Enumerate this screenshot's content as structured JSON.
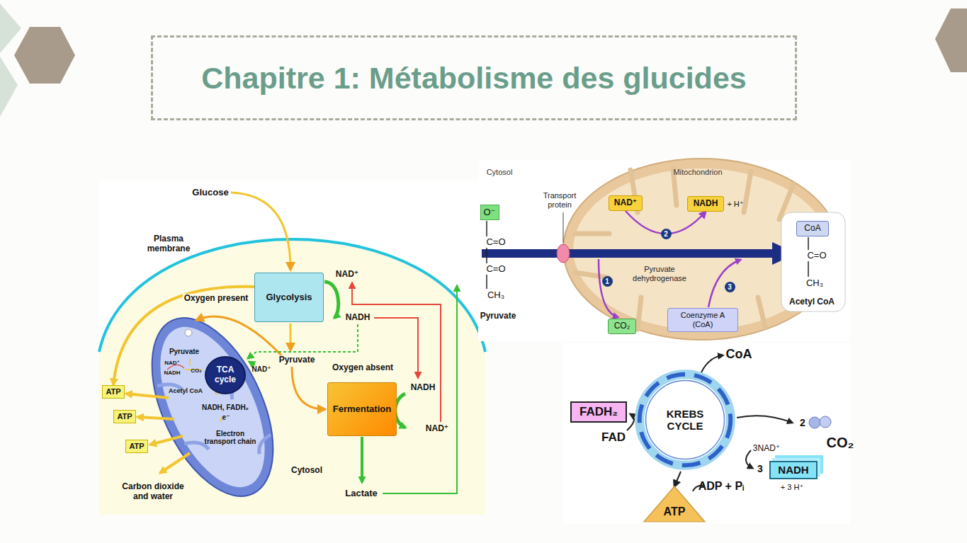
{
  "diagram": {
    "title": "Chapitre 1: Métabolisme des glucides",
    "nodes": [
      {
        "text": [
          "Glycolysis"
        ]
      },
      {
        "text": [
          "Fermentation"
        ]
      },
      {
        "text": [
          "ATP"
        ]
      },
      {
        "text": [
          "ATP"
        ]
      },
      {
        "text": [
          "ATP"
        ]
      },
      {
        "text": [
          "TCA cycle"
        ]
      },
      {
        "text": [
          "O⁻"
        ]
      },
      {
        "text": [
          "NAD⁺"
        ]
      },
      {
        "text": [
          "NADH"
        ]
      },
      {
        "text": [
          "CO₂"
        ]
      },
      {
        "text": [
          "Coenzyme A (CoA)"
        ]
      },
      {
        "text": [
          "CoA"
        ]
      },
      {
        "text": [
          "KREBS CYCLE"
        ]
      },
      {
        "text": [
          "FADH₂"
        ]
      },
      {
        "text": [
          "NADH"
        ]
      },
      {
        "text": [
          "ATP"
        ]
      }
    ],
    "edges": [
      {
        "from": 0,
        "to": 2,
        "arrow": "to"
      },
      {
        "from": 7,
        "to": 8,
        "label": "2",
        "arrow": "to"
      },
      {
        "from": 12,
        "to": 15,
        "arrow": "to"
      }
    ],
    "labels": [
      "Glucose",
      "Plasma membrane",
      "Oxygen present",
      "NAD⁺",
      "NADH",
      "Pyruvate",
      "NAD⁺",
      "Oxygen absent",
      "NADH",
      "NAD⁺",
      "Cytosol",
      "Lactate",
      "Carbon dioxide and water",
      "Pyruvate",
      "NAD⁺",
      "NADH",
      "CO₂",
      "Acetyl CoA",
      "NADH, FADH₂",
      "e⁻",
      "Electron transport chain",
      "Cytosol",
      "Mitochondrion",
      "Transport protein",
      "+ H⁺",
      "C=O",
      "C=O",
      "CH₃",
      "Pyruvate",
      "1",
      "Pyruvate dehydrogenase",
      "3",
      "C=O",
      "CH₃",
      "Acetyl CoA",
      "CoA",
      "FAD",
      "2",
      "CO₂",
      "3NAD⁺",
      "3",
      "+ 3 H⁺",
      "ADP + Pᵢ"
    ]
  }
}
